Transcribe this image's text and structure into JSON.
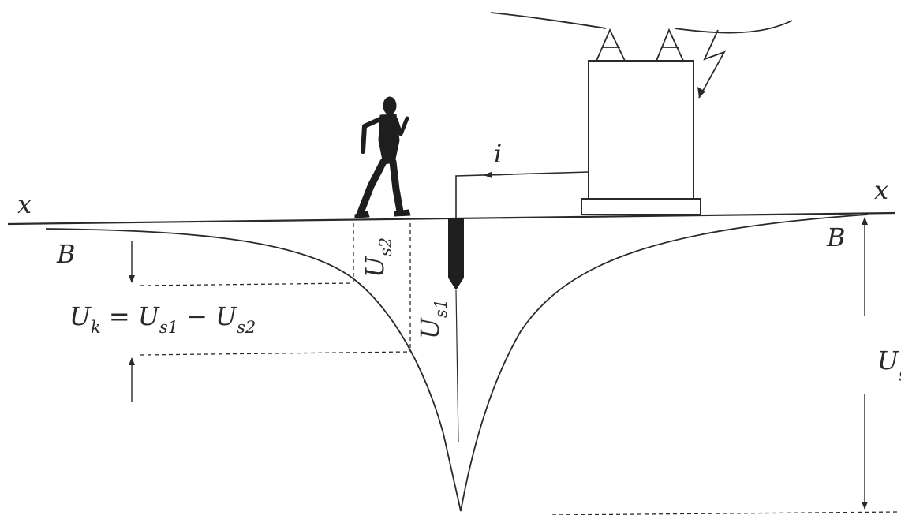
{
  "labels": {
    "axis_left": "x",
    "axis_right": "x",
    "point_left": "B",
    "point_right": "B",
    "current": "i",
    "touch_main": "U",
    "touch_sub": "k",
    "eq_sign": " = ",
    "us1_main": "U",
    "us1_sub": "s1",
    "minus": " − ",
    "us2_main": "U",
    "us2_sub": "s2",
    "vert_us2_main": "U",
    "vert_us2_sub": "s2",
    "vert_us1_main": "U",
    "vert_us1_sub": "s1",
    "ground_voltage_main": "U",
    "ground_voltage_sub": "g"
  },
  "colors": {
    "ink": "#2a2a2a",
    "electrode": "#1e1e1e",
    "background": "#ffffff"
  },
  "icons": {
    "person": "walking-person-icon",
    "transformer": "transformer-icon",
    "lightning": "lightning-bolt-icon",
    "electrode": "ground-electrode-icon"
  }
}
